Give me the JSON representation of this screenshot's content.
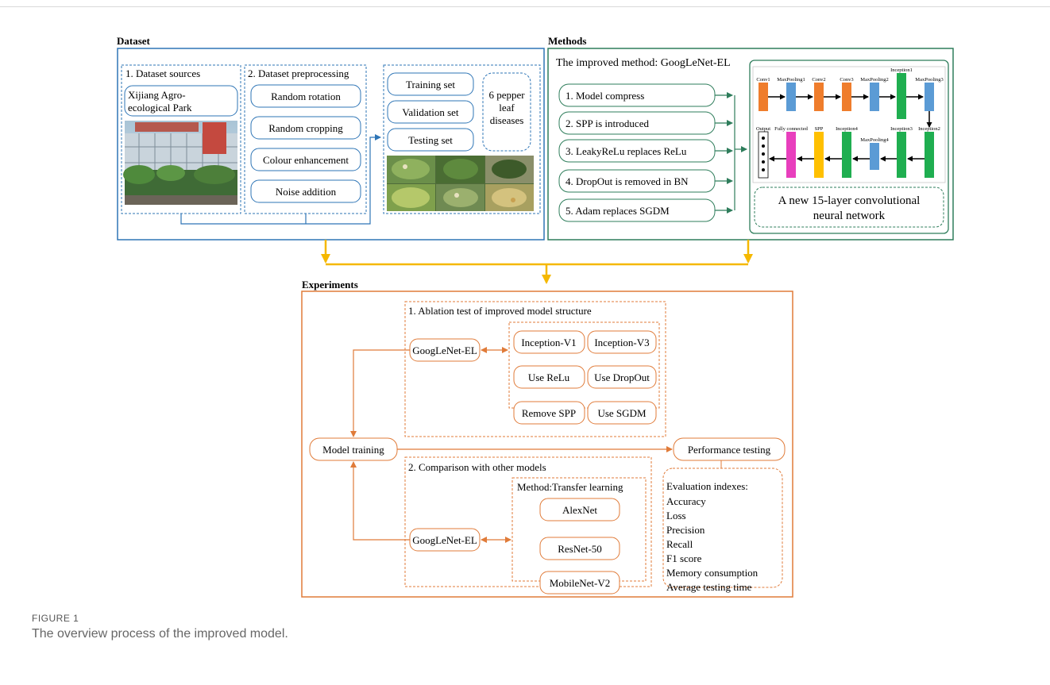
{
  "sections": {
    "dataset": "Dataset",
    "methods": "Methods",
    "experiments": "Experiments"
  },
  "dataset": {
    "sources_title": "1. Dataset sources",
    "source_place_line1": "Xijiang Agro-",
    "source_place_line2": "ecological Park",
    "preprocessing_title": "2. Dataset preprocessing",
    "preprocessing_steps": [
      "Random rotation",
      "Random cropping",
      "Colour enhancement",
      "Noise addition"
    ],
    "splits": [
      "Training set",
      "Validation set",
      "Testing set"
    ],
    "diseases_line1": "6 pepper",
    "diseases_line2": "leaf",
    "diseases_line3": "diseases"
  },
  "methods": {
    "title": "The improved method: GoogLeNet-EL",
    "steps": [
      "1. Model compress",
      "2. SPP is introduced",
      "3. LeakyReLu replaces ReLu",
      "4. DropOut is removed in BN",
      "5. Adam replaces SGDM"
    ],
    "network_line1": "A new 15-layer convolutional",
    "network_line2": "neural network",
    "layers": {
      "conv1": "Conv1",
      "maxpool1": "MaxPooling1",
      "conv2": "Conv2",
      "conv3": "Conv3",
      "maxpool2": "MaxPooling2",
      "inception1": "Inception1",
      "maxpool3": "MaxPooling3",
      "inception2": "Inception2",
      "inception3": "Inception3",
      "maxpool4": "MaxPooling4",
      "inception4": "Inception4",
      "spp": "SPP",
      "fully_connected": "Fully connected",
      "output": "Output"
    }
  },
  "experiments": {
    "model_training": "Model training",
    "performance_testing": "Performance testing",
    "ablation_title": "1. Ablation test of improved model structure",
    "ablation_model": "GoogLeNet-EL",
    "ablation_variants": [
      "Inception-V1",
      "Inception-V3",
      "Use ReLu",
      "Use DropOut",
      "Remove SPP",
      "Use SGDM"
    ],
    "comparison_title": "2. Comparison with other models",
    "comparison_model": "GoogLeNet-EL",
    "transfer_title": "Method:Transfer learning",
    "transfer_models": [
      "AlexNet",
      "ResNet-50",
      "MobileNet-V2"
    ],
    "evaluation_title": "Evaluation indexes:",
    "evaluation_items": [
      "Accuracy",
      "Loss",
      "Precision",
      "Recall",
      "F1 score",
      "Memory consumption",
      "Average testing time"
    ]
  },
  "colors": {
    "dataset_blue": "#2e75b6",
    "methods_green": "#2e7d5b",
    "experiments_orange": "#e07b39",
    "arrow_yellow": "#f5b800"
  },
  "caption": {
    "label": "FIGURE 1",
    "text": "The overview process of the improved model."
  }
}
